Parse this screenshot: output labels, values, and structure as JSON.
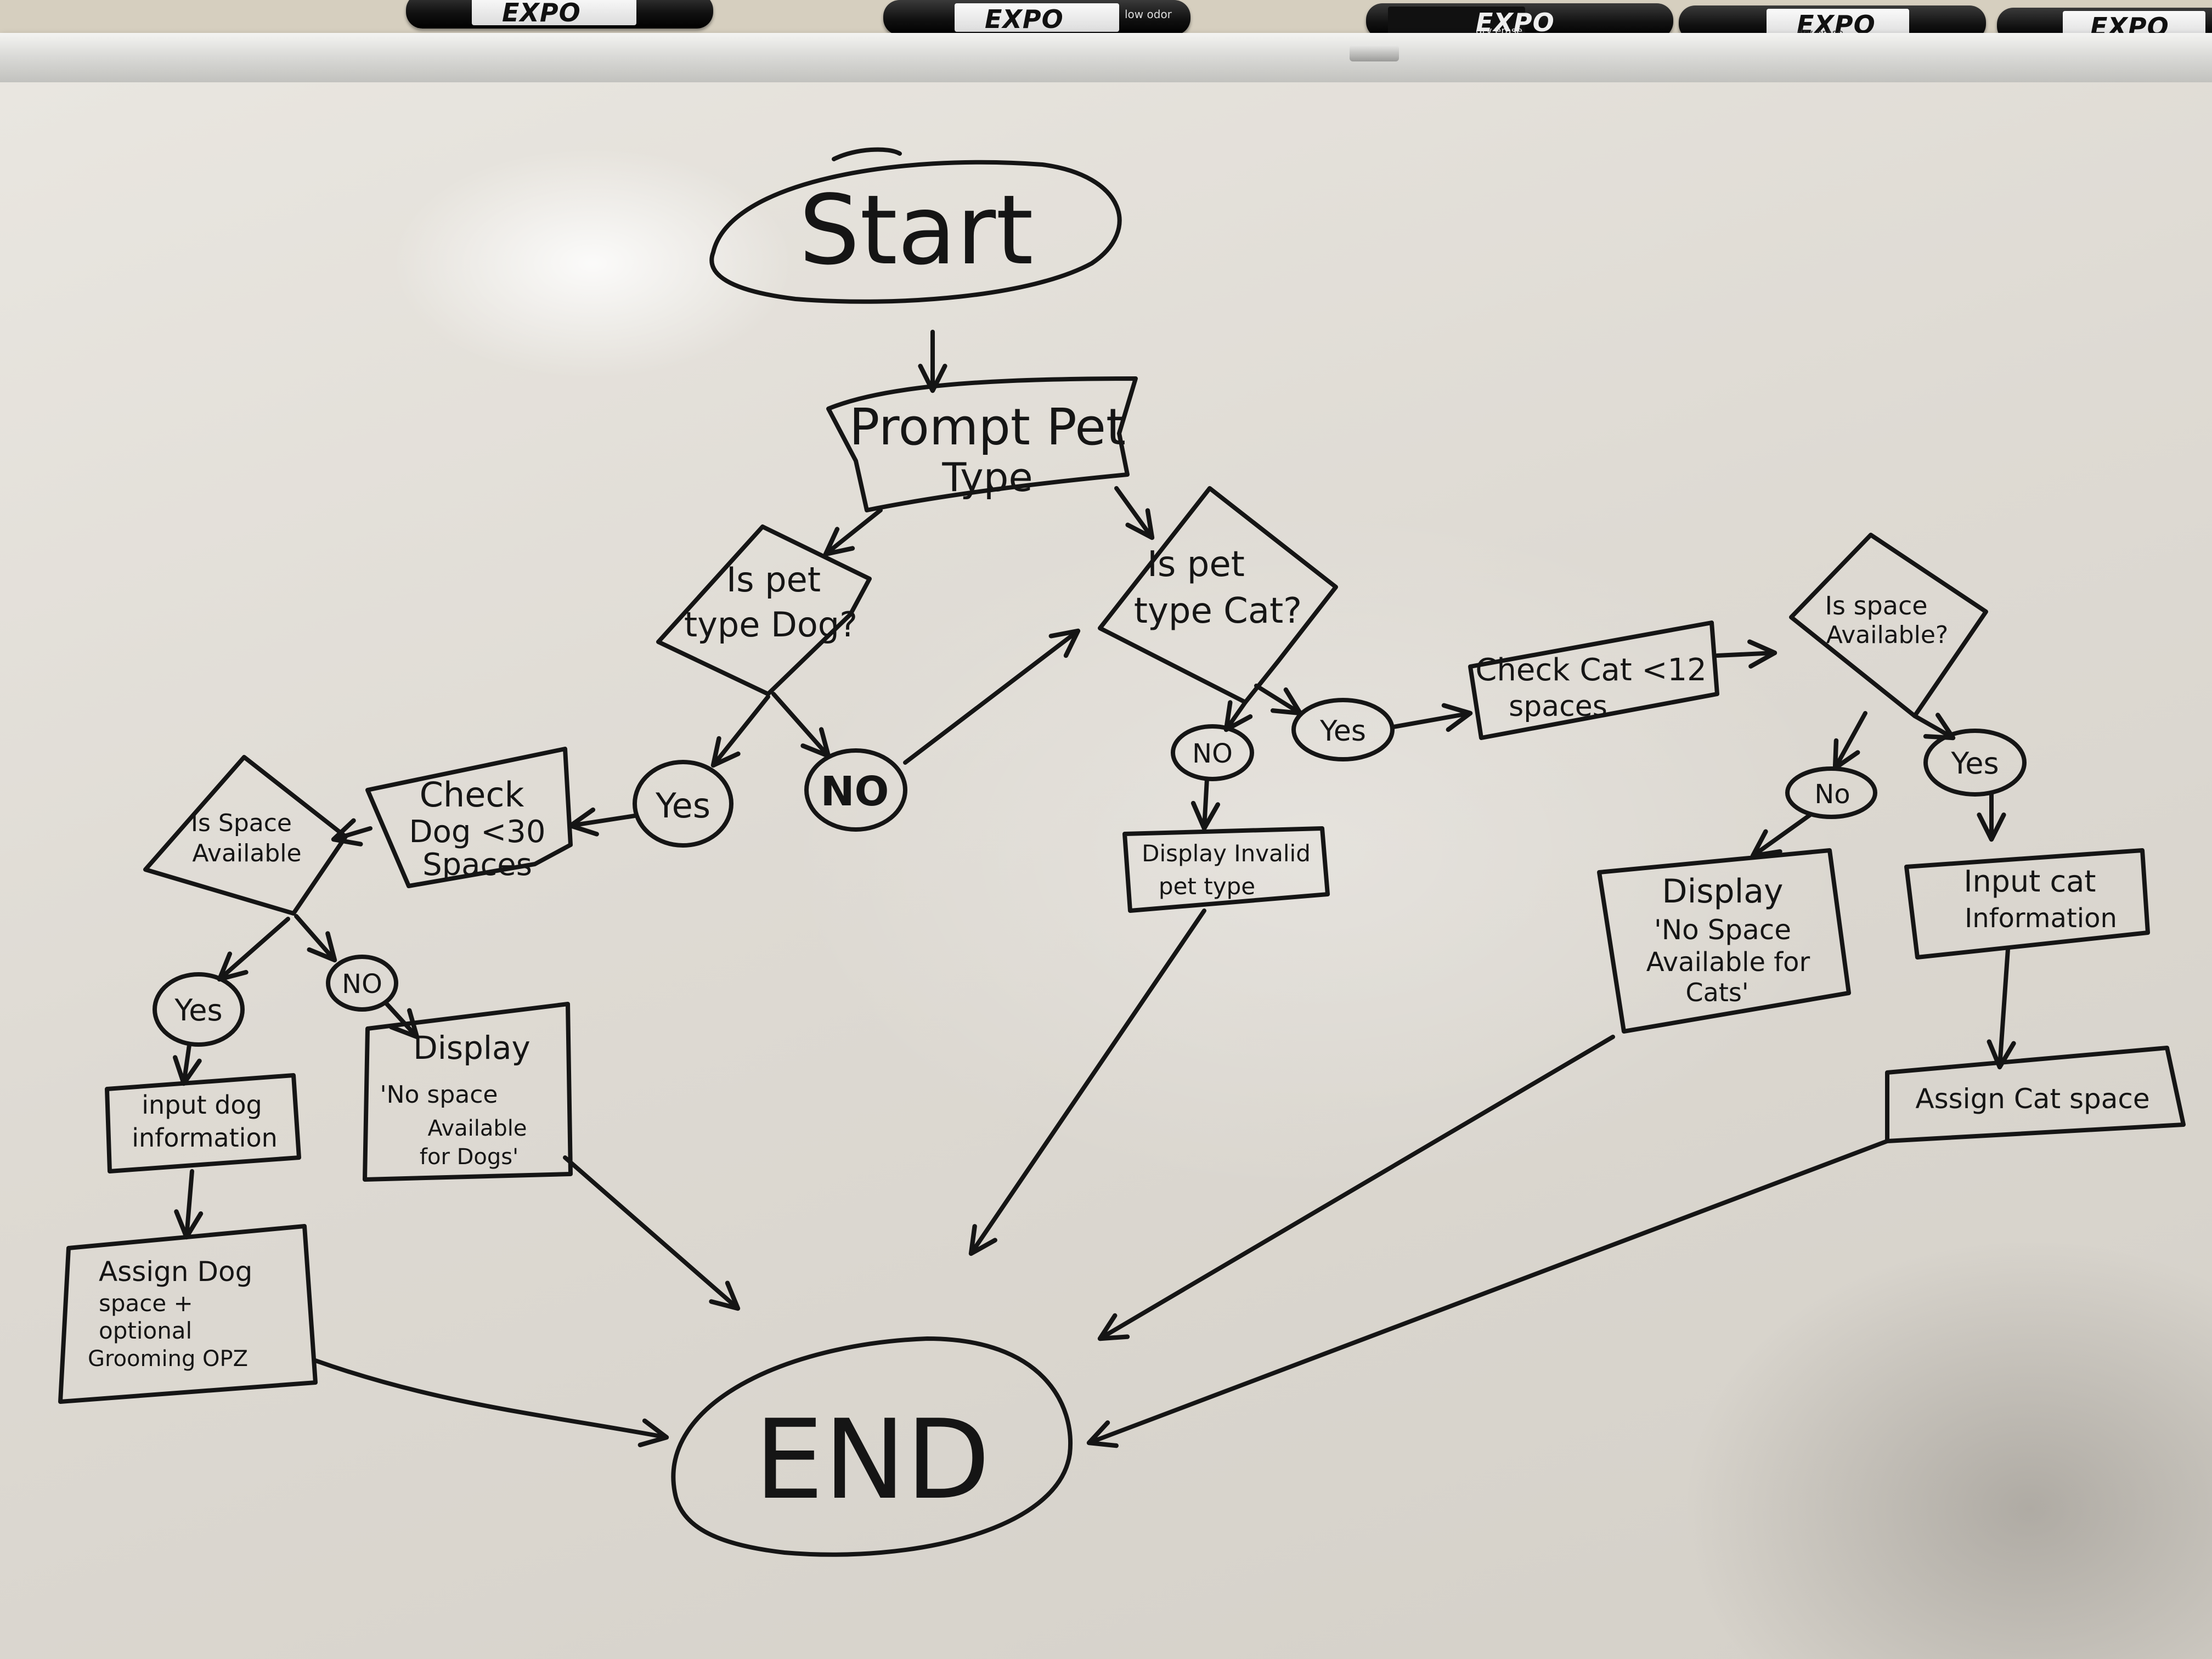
{
  "markers": {
    "brand": "EXPO",
    "sub1": "low odor",
    "sub2": "dry erase"
  },
  "flowchart": {
    "start": "Start",
    "prompt": [
      "Prompt Pet",
      "Type"
    ],
    "is_dog": [
      "Is pet",
      "type Dog?"
    ],
    "is_cat": [
      "Is pet",
      "type Cat?"
    ],
    "no_dog": "NO",
    "yes_dog": "Yes",
    "check_dog": [
      "Check",
      "Dog <30",
      "Spaces"
    ],
    "space_dog": [
      "Is Space",
      "Available"
    ],
    "yes_dog_space": "Yes",
    "no_dog_space": "NO",
    "input_dog": [
      "input dog",
      "information"
    ],
    "assign_dog": [
      "Assign Dog",
      "space +",
      "optional",
      "Grooming OPZ"
    ],
    "display_no_dog": [
      "Display",
      "'No space",
      "Available",
      "for Dogs'"
    ],
    "no_cat": "NO",
    "yes_cat": "Yes",
    "display_invalid": [
      "Display Invalid",
      "pet type"
    ],
    "check_cat": [
      "Check Cat <12",
      "spaces"
    ],
    "space_cat": [
      "Is space",
      "Available?"
    ],
    "no_cat_space": "No",
    "yes_cat_space": "Yes",
    "display_no_cat": [
      "Display",
      "'No Space",
      "Available for",
      "Cats'"
    ],
    "input_cat": [
      "Input cat",
      "Information"
    ],
    "assign_cat": "Assign Cat space",
    "end": "END"
  }
}
